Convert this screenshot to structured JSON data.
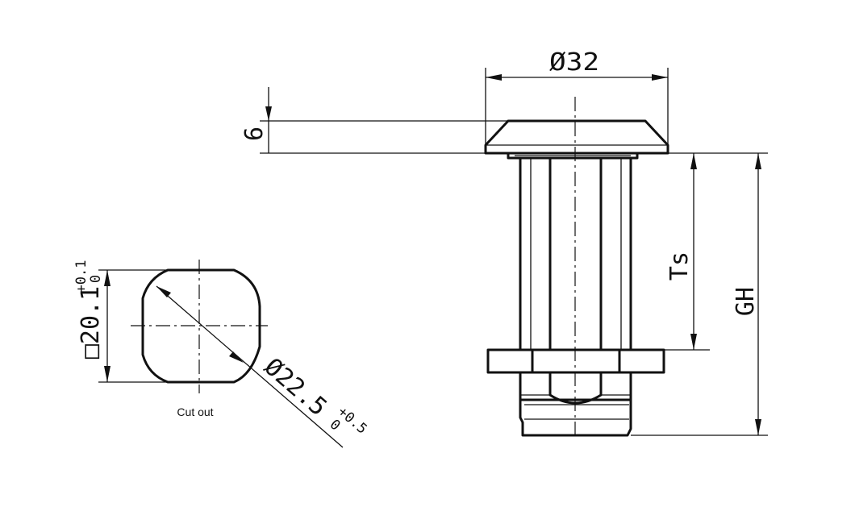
{
  "labels": {
    "diameter_head": "Ø32",
    "head_height": "6",
    "ts": "Ts",
    "gh": "GH",
    "cutout_square": "□20.1",
    "cutout_square_tol_upper": "+0.1",
    "cutout_square_tol_lower": "0",
    "cutout_diameter": "Ø22.5",
    "cutout_diameter_tol_upper": "+0.5",
    "cutout_diameter_tol_lower": "0",
    "cutout_caption": "Cut out"
  },
  "colors": {
    "line": "#111111",
    "background": "#ffffff"
  }
}
